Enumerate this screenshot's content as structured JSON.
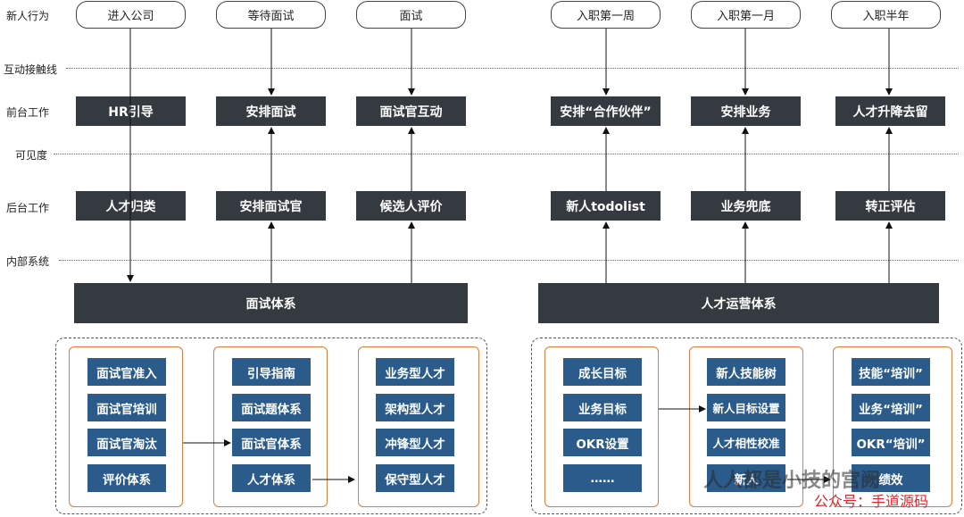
{
  "row_labels": [
    "新人行为",
    "互动接触线",
    "前台工作",
    "可见度",
    "后台工作",
    "内部系统"
  ],
  "behaviors": [
    "进入公司",
    "等待面试",
    "面试",
    "入职第一周",
    "入职第一月",
    "入职半年"
  ],
  "front": [
    "HR引导",
    "安排面试",
    "面试官互动",
    "安排“合作伙伴”",
    "安排业务",
    "人才升降去留"
  ],
  "back": [
    "人才归类",
    "安排面试官",
    "候选人评价",
    "新人todolist",
    "业务兜底",
    "转正评估"
  ],
  "systems": [
    "面试体系",
    "人才运营体系"
  ],
  "left_group": {
    "col1": [
      "面试官准入",
      "面试官培训",
      "面试官淘汰",
      "评价体系"
    ],
    "col2": [
      "引导指南",
      "面试题体系",
      "面试官体系",
      "人才体系"
    ],
    "col3": [
      "业务型人才",
      "架构型人才",
      "冲锋型人才",
      "保守型人才"
    ]
  },
  "right_group": {
    "col1": [
      "成长目标",
      "业务目标",
      "OKR设置",
      "……"
    ],
    "col2": [
      "新人技能树",
      "新人目标设置",
      "人才相性校准",
      "新人"
    ],
    "col3": [
      "技能“培训”",
      "业务“培训”",
      "OKR“培训”",
      "绩效"
    ]
  },
  "watermark": {
    "line1": "人人都是小技的宫阙",
    "line2": "公众号：手道源码"
  },
  "colors": {
    "dark_box": "#343a40",
    "blue_box": "#2b5b8a",
    "orange_border": "#e07b39",
    "watermark_red": "#e0252b"
  }
}
